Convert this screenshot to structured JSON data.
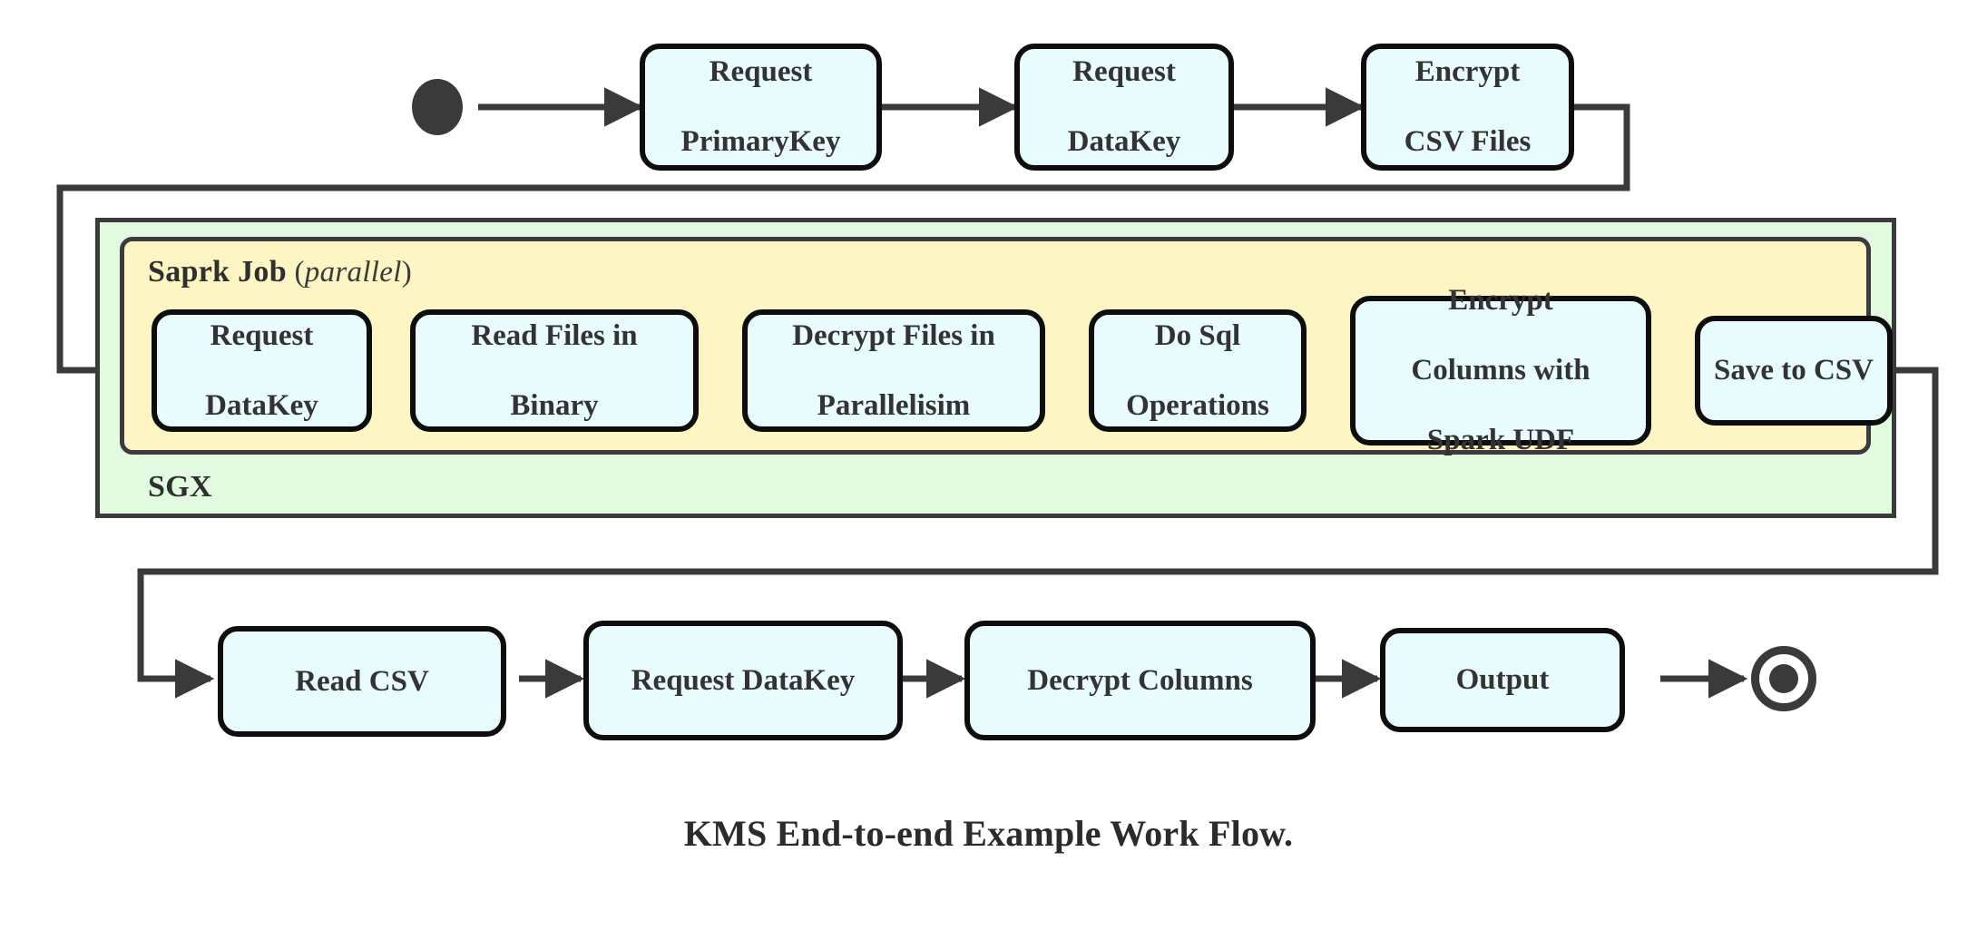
{
  "diagram": {
    "caption": "KMS End-to-end Example Work Flow.",
    "colors": {
      "node_fill": "#e8fbfd",
      "node_stroke": "#0d0d0d",
      "sgx_fill": "#e2fbe0",
      "spark_fill": "#fdf5c4",
      "frame_stroke": "#3b3b3b",
      "edge_stroke": "#3a3a3a",
      "text": "#333333"
    },
    "frames": [
      {
        "id": "sgx",
        "label": "SGX",
        "annotation": ""
      },
      {
        "id": "spark",
        "label": "Saprk Job",
        "annotation": "parallel"
      }
    ],
    "terminators": {
      "start": "start-state",
      "end": "final-state"
    },
    "rows": {
      "top": {
        "nodes": [
          {
            "id": "request-primarykey",
            "lines": [
              "Request",
              "PrimaryKey"
            ]
          },
          {
            "id": "request-datakey-top",
            "lines": [
              "Request",
              "DataKey"
            ]
          },
          {
            "id": "encrypt-csv-files",
            "lines": [
              "Encrypt",
              "CSV Files"
            ]
          }
        ]
      },
      "spark": {
        "nodes": [
          {
            "id": "request-datakey-spark",
            "lines": [
              "Request",
              "DataKey"
            ]
          },
          {
            "id": "read-files-in-binary",
            "lines": [
              "Read Files in",
              "Binary"
            ]
          },
          {
            "id": "decrypt-files-in-parallelisim",
            "lines": [
              "Decrypt Files in",
              "Parallelisim"
            ]
          },
          {
            "id": "do-sql-operations",
            "lines": [
              "Do Sql",
              "Operations"
            ]
          },
          {
            "id": "encrypt-columns-with-spark-udf",
            "lines": [
              "Encrypt",
              "Columns with",
              "Spark UDF"
            ]
          },
          {
            "id": "save-to-csv",
            "lines": [
              "Save to CSV"
            ]
          }
        ]
      },
      "bottom": {
        "nodes": [
          {
            "id": "read-csv",
            "lines": [
              "Read CSV"
            ]
          },
          {
            "id": "request-datakey-bottom",
            "lines": [
              "Request DataKey"
            ]
          },
          {
            "id": "decrypt-columns",
            "lines": [
              "Decrypt Columns"
            ]
          },
          {
            "id": "output",
            "lines": [
              "Output"
            ]
          }
        ]
      }
    }
  }
}
